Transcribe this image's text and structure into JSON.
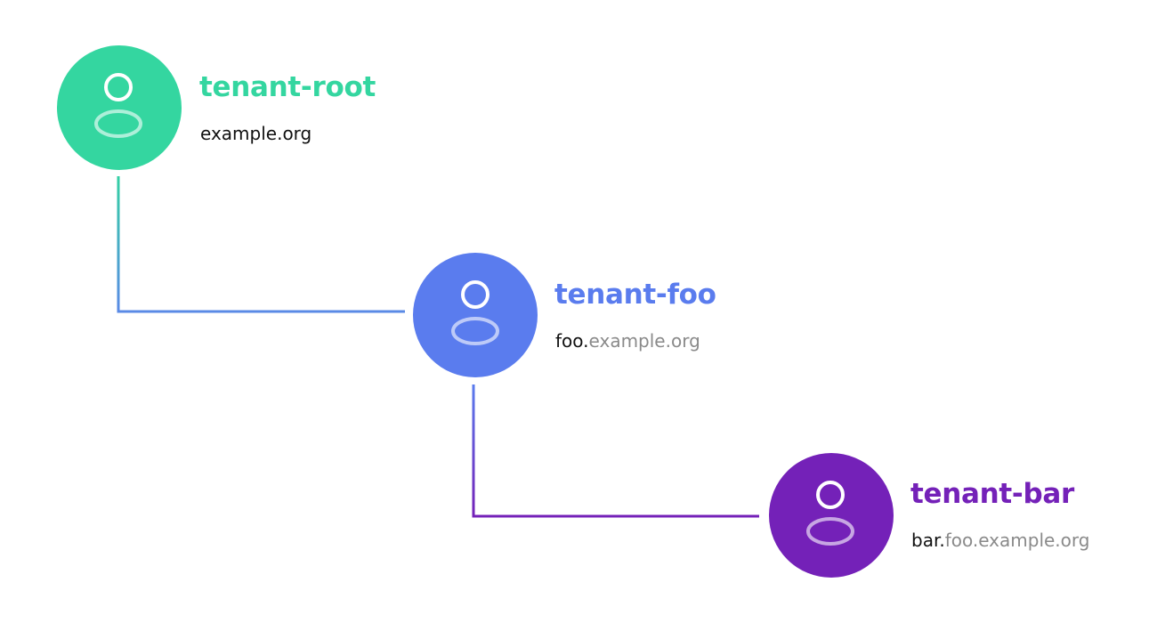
{
  "colors": {
    "root": "#34d6a0",
    "foo": "#5a7cee",
    "bar": "#7421b8",
    "domain_primary": "#111111",
    "domain_secondary": "#8a8a8a"
  },
  "tenants": [
    {
      "name": "tenant-root",
      "domain_own": "example.org",
      "domain_parent": "",
      "icon": "user-icon"
    },
    {
      "name": "tenant-foo",
      "domain_own": "foo.",
      "domain_parent": "example.org",
      "icon": "user-icon"
    },
    {
      "name": "tenant-bar",
      "domain_own": "bar.",
      "domain_parent": "foo.example.org",
      "icon": "user-icon"
    }
  ]
}
